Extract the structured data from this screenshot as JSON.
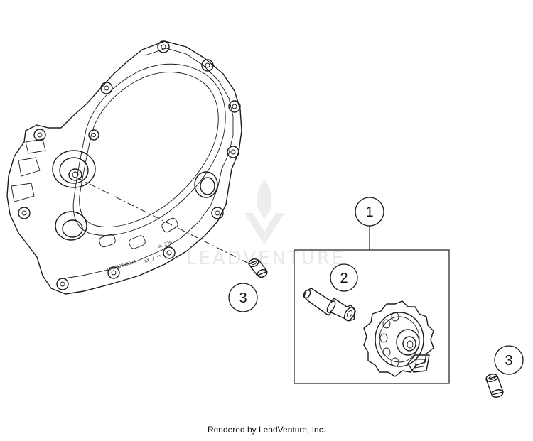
{
  "diagram": {
    "callouts": [
      {
        "id": "callout-1",
        "label": "1"
      },
      {
        "id": "callout-2",
        "label": "2"
      },
      {
        "id": "callout-3a",
        "label": "3"
      },
      {
        "id": "callout-3b",
        "label": "3"
      }
    ],
    "watermark": "LEADVENTURE",
    "cover_markings": [
      "AL 226",
      "79430000000R",
      "XX / YY"
    ]
  },
  "footer": {
    "text": "Rendered by LeadVenture, Inc."
  }
}
